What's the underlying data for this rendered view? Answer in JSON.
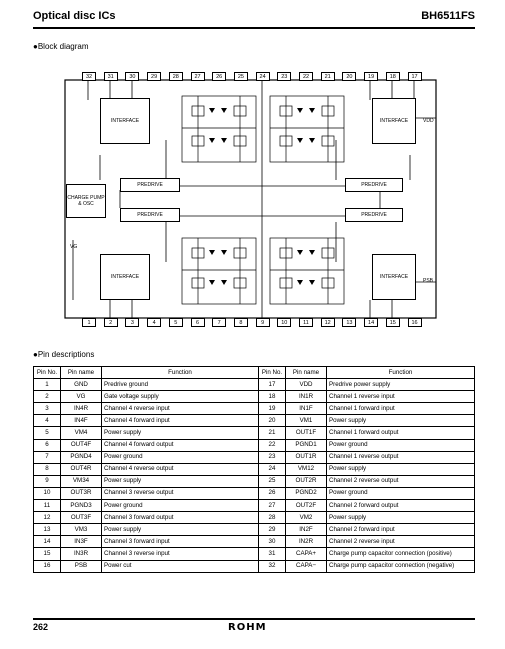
{
  "header": {
    "title": "Optical disc ICs",
    "part": "BH6511FS"
  },
  "block_diagram": {
    "heading": "Block diagram",
    "top_pins": [
      "32",
      "31",
      "30",
      "29",
      "28",
      "27",
      "26",
      "25",
      "24",
      "23",
      "22",
      "21",
      "20",
      "19",
      "18",
      "17"
    ],
    "bottom_pins": [
      "1",
      "2",
      "3",
      "4",
      "5",
      "6",
      "7",
      "8",
      "9",
      "10",
      "11",
      "12",
      "13",
      "14",
      "15",
      "16"
    ],
    "blocks": {
      "interface_tl": "INTERFACE",
      "interface_tr": "INTERFACE",
      "interface_bl": "INTERFACE",
      "interface_br": "INTERFACE",
      "predrive_1": "PREDRIVE",
      "predrive_2": "PREDRIVE",
      "predrive_3": "PREDRIVE",
      "predrive_4": "PREDRIVE",
      "charge_pump": "CHARGE PUMP & OSC"
    },
    "labels": {
      "vdd": "VDD",
      "vg": "VG",
      "psb": "PSB"
    }
  },
  "pin_descriptions": {
    "heading": "Pin descriptions",
    "columns": [
      "Pin No.",
      "Pin name",
      "Function"
    ],
    "left": [
      [
        "1",
        "GND",
        "Predrive ground"
      ],
      [
        "2",
        "VG",
        "Gate voltage supply"
      ],
      [
        "3",
        "IN4R",
        "Channel 4 reverse input"
      ],
      [
        "4",
        "IN4F",
        "Channel 4 forward input"
      ],
      [
        "5",
        "VM4",
        "Power supply"
      ],
      [
        "6",
        "OUT4F",
        "Channel 4 forward output"
      ],
      [
        "7",
        "PGND4",
        "Power ground"
      ],
      [
        "8",
        "OUT4R",
        "Channel 4 reverse output"
      ],
      [
        "9",
        "VM34",
        "Power supply"
      ],
      [
        "10",
        "OUT3R",
        "Channel 3 reverse output"
      ],
      [
        "11",
        "PGND3",
        "Power ground"
      ],
      [
        "12",
        "OUT3F",
        "Channel 3 forward output"
      ],
      [
        "13",
        "VM3",
        "Power supply"
      ],
      [
        "14",
        "IN3F",
        "Channel 3 forward input"
      ],
      [
        "15",
        "IN3R",
        "Channel 3 reverse input"
      ],
      [
        "16",
        "PSB",
        "Power cut"
      ]
    ],
    "right": [
      [
        "17",
        "VDD",
        "Predrive power supply"
      ],
      [
        "18",
        "IN1R",
        "Channel 1 reverse input"
      ],
      [
        "19",
        "IN1F",
        "Channel 1 forward input"
      ],
      [
        "20",
        "VM1",
        "Power supply"
      ],
      [
        "21",
        "OUT1F",
        "Channel 1  forward output"
      ],
      [
        "22",
        "PGND1",
        "Power ground"
      ],
      [
        "23",
        "OUT1R",
        "Channel 1 reverse output"
      ],
      [
        "24",
        "VM12",
        "Power supply"
      ],
      [
        "25",
        "OUT2R",
        "Channel 2 reverse output"
      ],
      [
        "26",
        "PGND2",
        "Power ground"
      ],
      [
        "27",
        "OUT2F",
        "Channel 2 forward output"
      ],
      [
        "28",
        "VM2",
        "Power supply"
      ],
      [
        "29",
        "IN2F",
        "Channel 2 forward input"
      ],
      [
        "30",
        "IN2R",
        "Channel 2 reverse input"
      ],
      [
        "31",
        "CAPA+",
        "Charge pump capacitor connection (positive)"
      ],
      [
        "32",
        "CAPA−",
        "Charge pump capacitor connection (negative)"
      ]
    ]
  },
  "footer": {
    "page": "262",
    "brand": "ROHM"
  }
}
